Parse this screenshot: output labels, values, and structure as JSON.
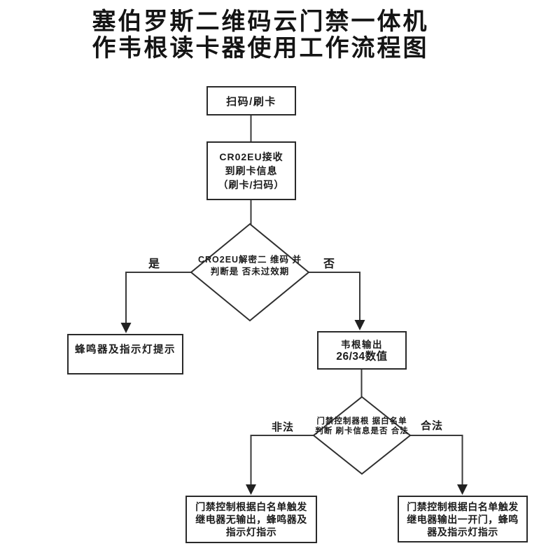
{
  "title": {
    "line1": "塞伯罗斯二维码云门禁一体机",
    "line2": "作韦根读卡器使用工作流程图"
  },
  "colors": {
    "ink": "#1b1b1b",
    "line": "#3a3a3a",
    "background": "#ffffff"
  },
  "flow": {
    "start_box": {
      "label": "扫码/刷卡"
    },
    "receive_box": {
      "lines": [
        "CR02EU接收",
        "到刷卡信息",
        "（刷卡/扫码）"
      ]
    },
    "decrypt_diamond": {
      "lines": [
        "CRO2EU解密二",
        "维码 并判断是",
        "否未过效期"
      ]
    },
    "yes_label": "是",
    "no_label": "否",
    "buzzer_box": {
      "label": "蜂鸣器及指示灯提示"
    },
    "wiegand_box": {
      "lines": [
        "韦根输出",
        "26/34数值"
      ]
    },
    "acl_diamond": {
      "lines": [
        "门禁控制器根",
        "据白名单判断",
        "刷卡信息是否",
        "合法"
      ]
    },
    "illegal_label": "非法",
    "legal_label": "合法",
    "deny_box": {
      "lines": [
        "门禁控制根据白名单触发",
        "继电器无输出，蜂鸣器及",
        "指示灯指示"
      ]
    },
    "allow_box": {
      "lines": [
        "门禁控制根据白名单触发",
        "继电器输出一开门，蜂鸣",
        "器及指示灯指示"
      ]
    }
  }
}
